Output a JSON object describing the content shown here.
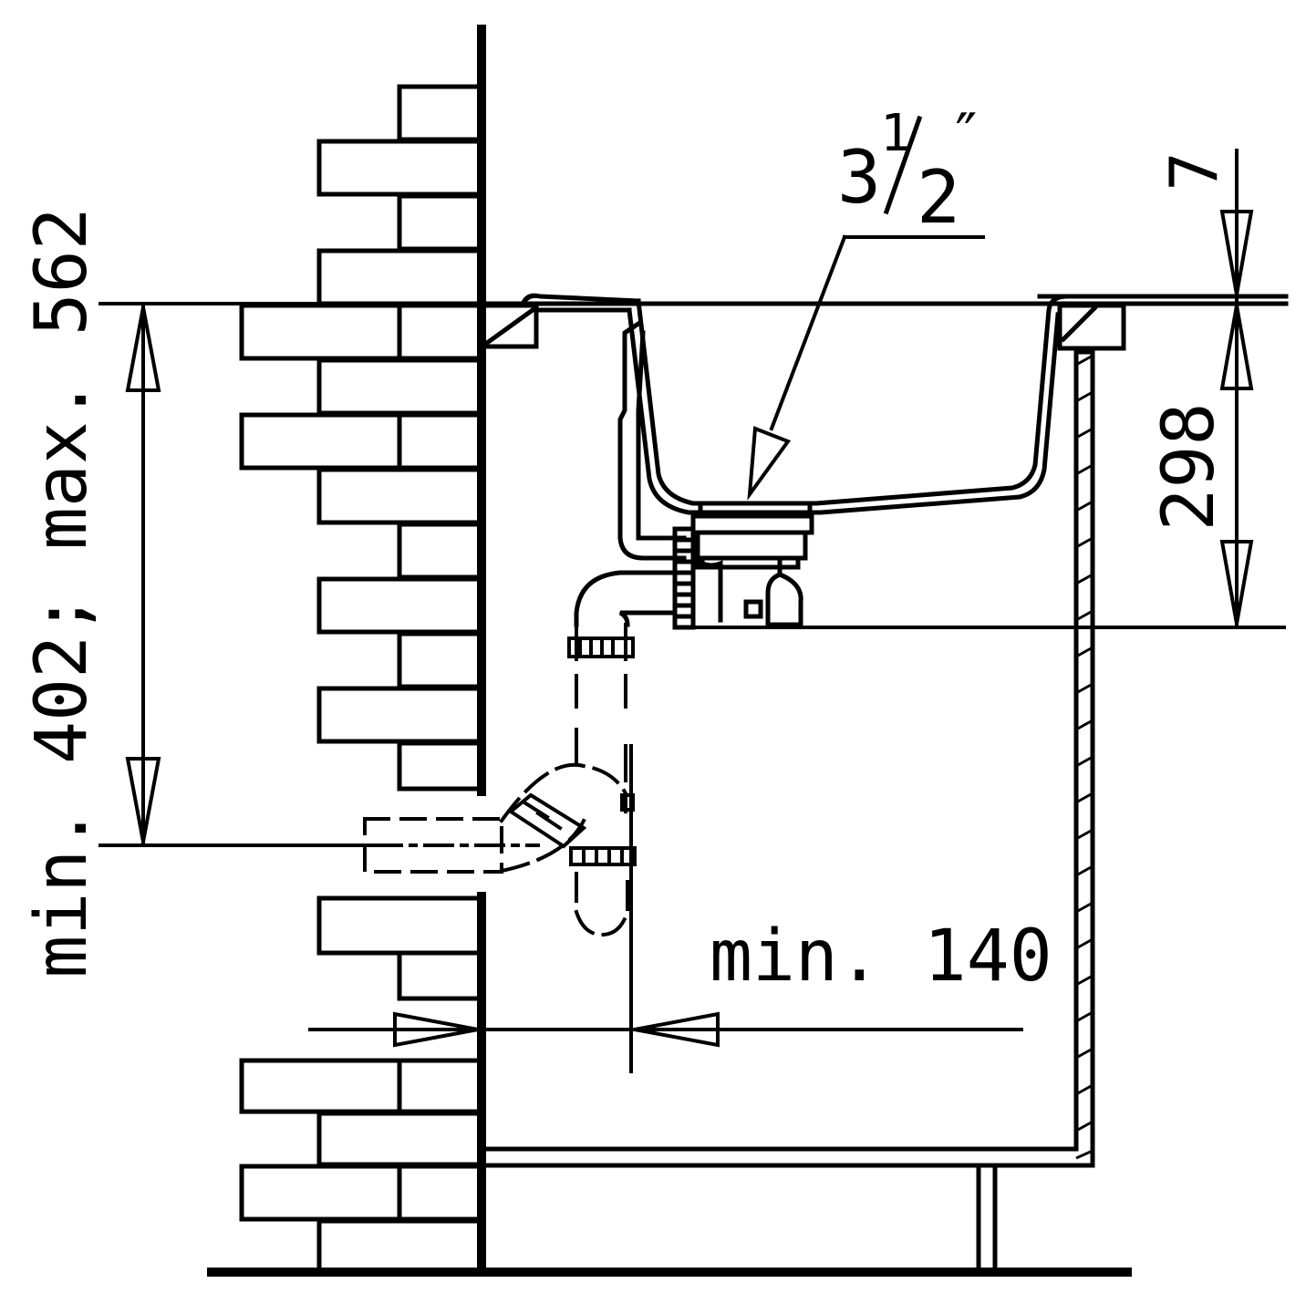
{
  "diagram": {
    "labels": {
      "drain_size_whole": "3",
      "drain_size_num": "1",
      "drain_size_den": "2",
      "drain_size_unit": "″",
      "height_range": "min. 402; max. 562",
      "rim_thickness": "7",
      "bowl_depth": "298",
      "wall_clearance": "min. 140"
    }
  }
}
